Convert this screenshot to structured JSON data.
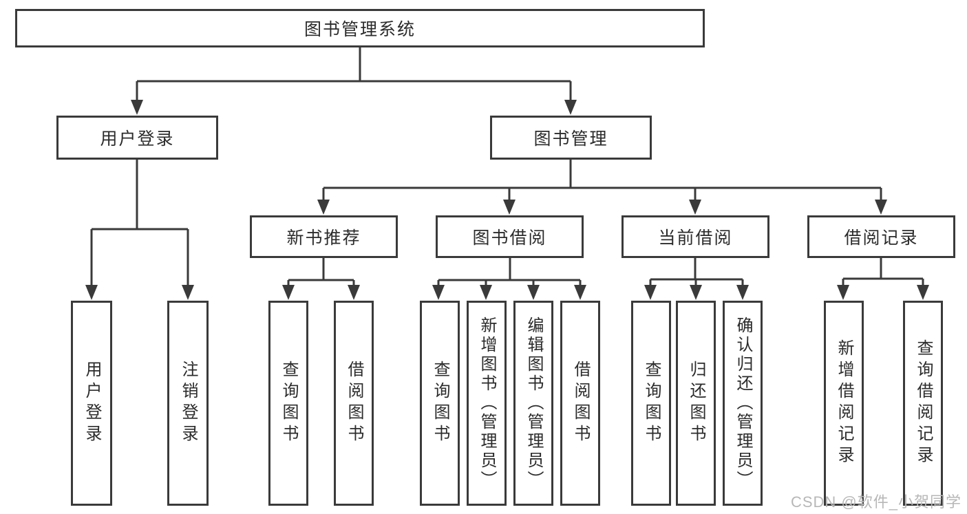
{
  "tree": {
    "root": "图书管理系统",
    "level2": [
      "用户登录",
      "图书管理"
    ],
    "level3": [
      "新书推荐",
      "图书借阅",
      "当前借阅",
      "借阅记录"
    ],
    "leaves": {
      "user_login": [
        "用户登录",
        "注销登录"
      ],
      "new_book_recommend": [
        "查询图书",
        "借阅图书"
      ],
      "book_borrow": [
        "查询图书",
        "新增图书（管理员）",
        "编辑图书（管理员）",
        "借阅图书"
      ],
      "current_borrow": [
        "查询图书",
        "归还图书",
        "确认归还（管理员）"
      ],
      "borrow_records": [
        "新增借阅记录",
        "查询借阅记录"
      ]
    }
  },
  "watermark": {
    "text": "CSDN @软件_小贺同学"
  },
  "colors": {
    "line": "#3a3a3a",
    "text": "#2b2b2b",
    "watermark": "#b7b7b7",
    "background": "#ffffff"
  }
}
